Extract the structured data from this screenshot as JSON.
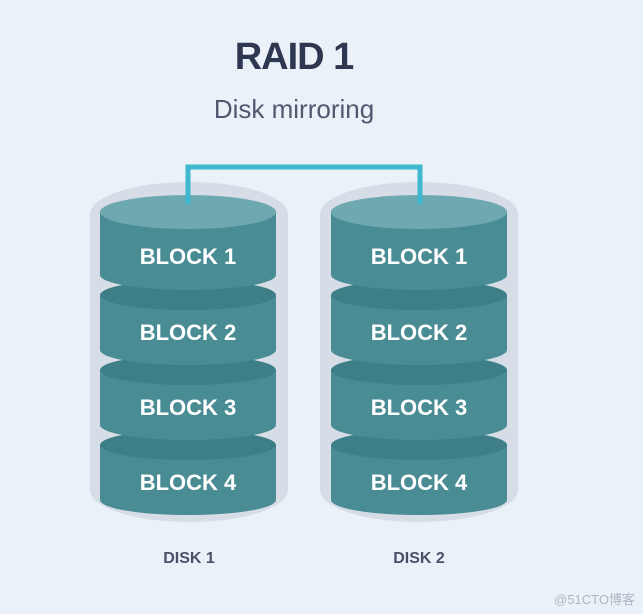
{
  "title": "RAID 1",
  "subtitle": "Disk mirroring",
  "disks": [
    {
      "label": "DISK 1",
      "blocks": [
        "BLOCK 1",
        "BLOCK 2",
        "BLOCK 3",
        "BLOCK 4"
      ]
    },
    {
      "label": "DISK 2",
      "blocks": [
        "BLOCK 1",
        "BLOCK 2",
        "BLOCK 3",
        "BLOCK 4"
      ]
    }
  ],
  "watermark": "@51CTO博客",
  "colors": {
    "background": "#ebf1f8",
    "halo": "#d6dde7",
    "cylinder_body": "#4a8c94",
    "cylinder_top": "#6ea8b0",
    "connector": "#3fb7ce",
    "block_text": "#ffffff"
  }
}
